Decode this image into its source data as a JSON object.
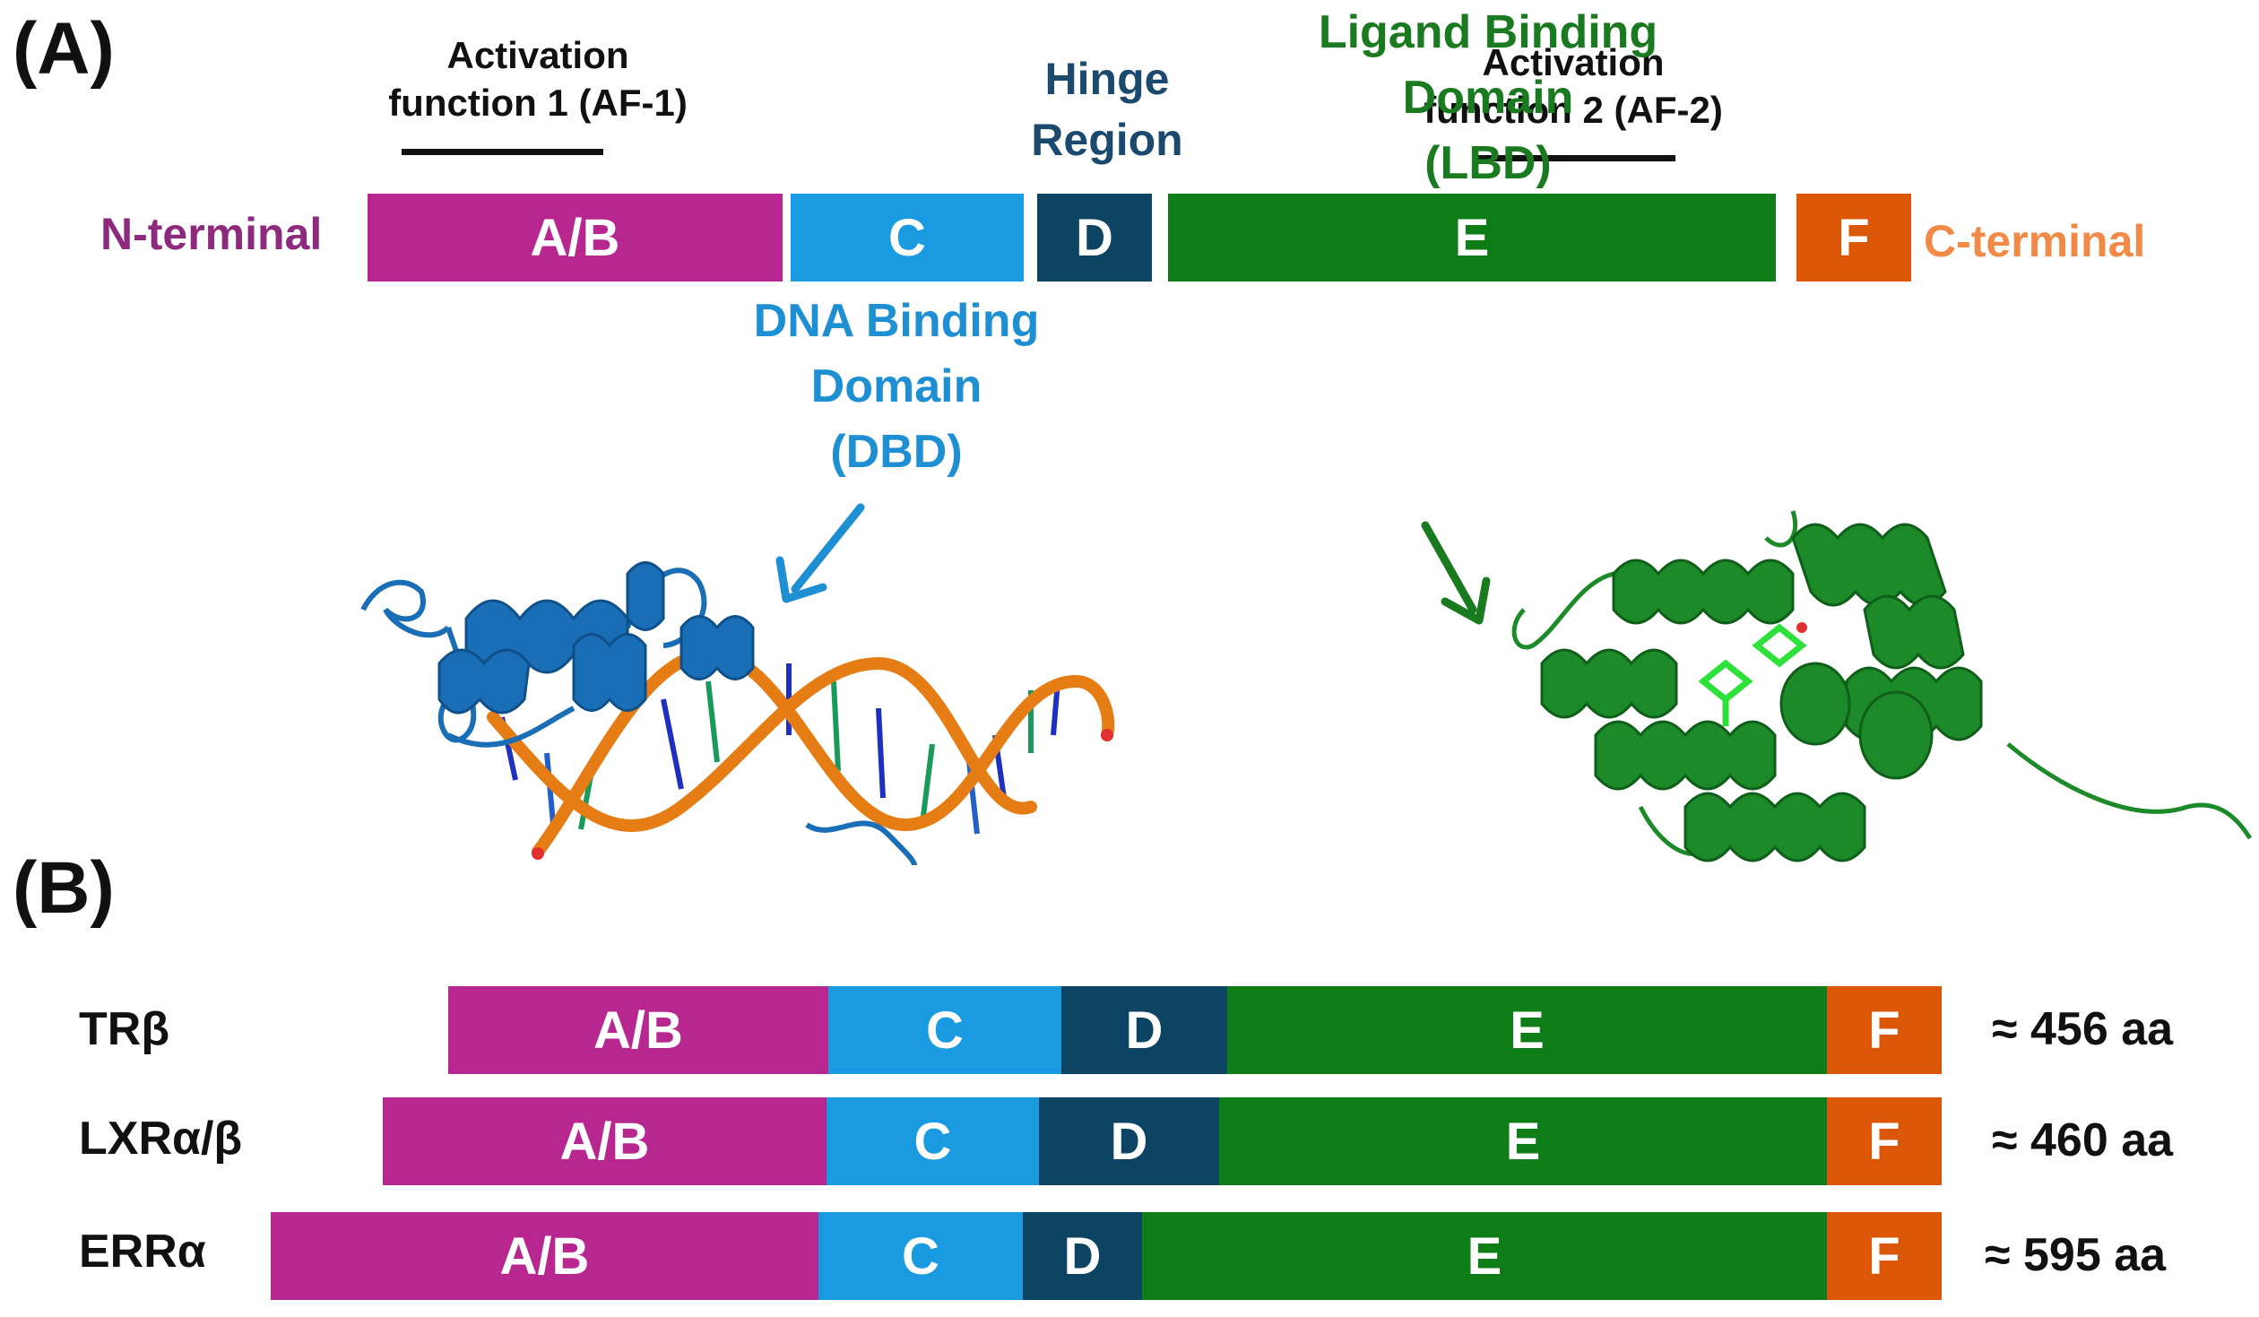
{
  "panel_a": {
    "label": "(A)",
    "af1": {
      "line1": "Activation",
      "line2": "function 1 (AF-1)"
    },
    "hinge": {
      "line1": "Hinge",
      "line2": "Region"
    },
    "af2": {
      "line1": "Activation",
      "line2": "function 2 (AF-2)"
    },
    "n_terminal": "N-terminal",
    "c_terminal": "C-terminal",
    "segments": {
      "ab": "A/B",
      "c": "C",
      "d": "D",
      "e": "E",
      "f": "F"
    },
    "dbd": {
      "line1": "DNA Binding",
      "line2": "Domain",
      "line3": "(DBD)"
    },
    "lbd": {
      "line1": "Ligand Binding",
      "line2": "Domain",
      "line3": "(LBD)"
    }
  },
  "panel_b": {
    "label": "(B)",
    "rows": [
      {
        "name": "TRβ",
        "ab": "A/B",
        "c": "C",
        "d": "D",
        "e": "E",
        "f": "F",
        "length": "≈ 456 aa"
      },
      {
        "name": "LXRα/β",
        "ab": "A/B",
        "c": "C",
        "d": "D",
        "e": "E",
        "f": "F",
        "length": "≈ 460 aa"
      },
      {
        "name": "ERRα",
        "ab": "A/B",
        "c": "C",
        "d": "D",
        "e": "E",
        "f": "F",
        "length": "≈ 595 aa"
      }
    ]
  },
  "colors": {
    "ab": "#b8268f",
    "c": "#1a9ae0",
    "d": "#0d4463",
    "e": "#0e7d17",
    "f": "#dc5608",
    "n_terminal": "#8e2a7e",
    "c_terminal": "#f08a46",
    "dbd_text": "#1d8fd2",
    "lbd_text": "#1a7a1f",
    "hinge_text": "#1b4a6e",
    "dna": "#e57d14",
    "dbd_ribbon": "#1a6eb5",
    "lbd_ribbon": "#1d8a2a"
  }
}
